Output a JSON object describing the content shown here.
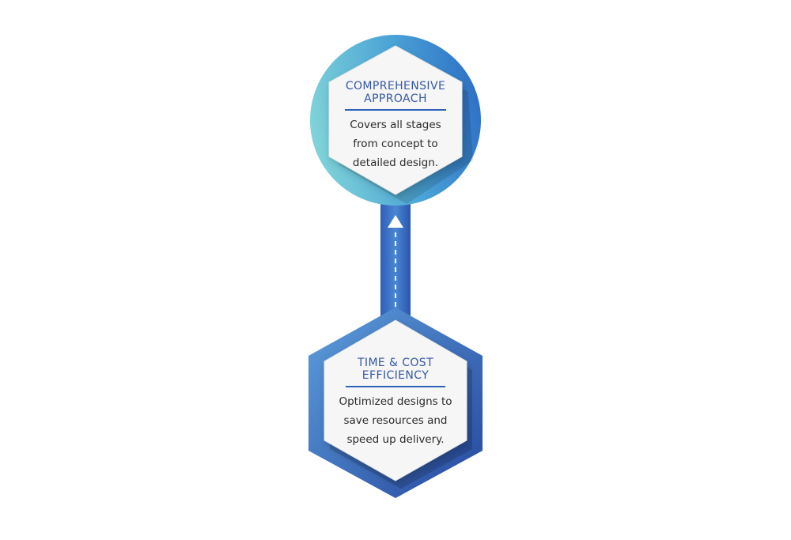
{
  "steps": [
    {
      "title_lines": [
        "COMPREHENSIVE",
        "APPROACH"
      ],
      "body_lines": [
        "Covers all stages",
        "from concept to",
        "detailed design."
      ]
    },
    {
      "title_lines": [
        "TIME & COST",
        "EFFICIENCY"
      ],
      "body_lines": [
        "Optimized designs to",
        "save resources and",
        "speed up delivery."
      ]
    }
  ],
  "colors": {
    "ring_start": "#7cd0d6",
    "ring_end": "#2f74c8",
    "hex_start": "#5b9ad8",
    "hex_end": "#2a4fa6",
    "connector": "#3e73c6",
    "title": "#3557a8",
    "card": "#f6f6f6"
  },
  "connector": {
    "arrow": "up",
    "style": "dashed"
  }
}
